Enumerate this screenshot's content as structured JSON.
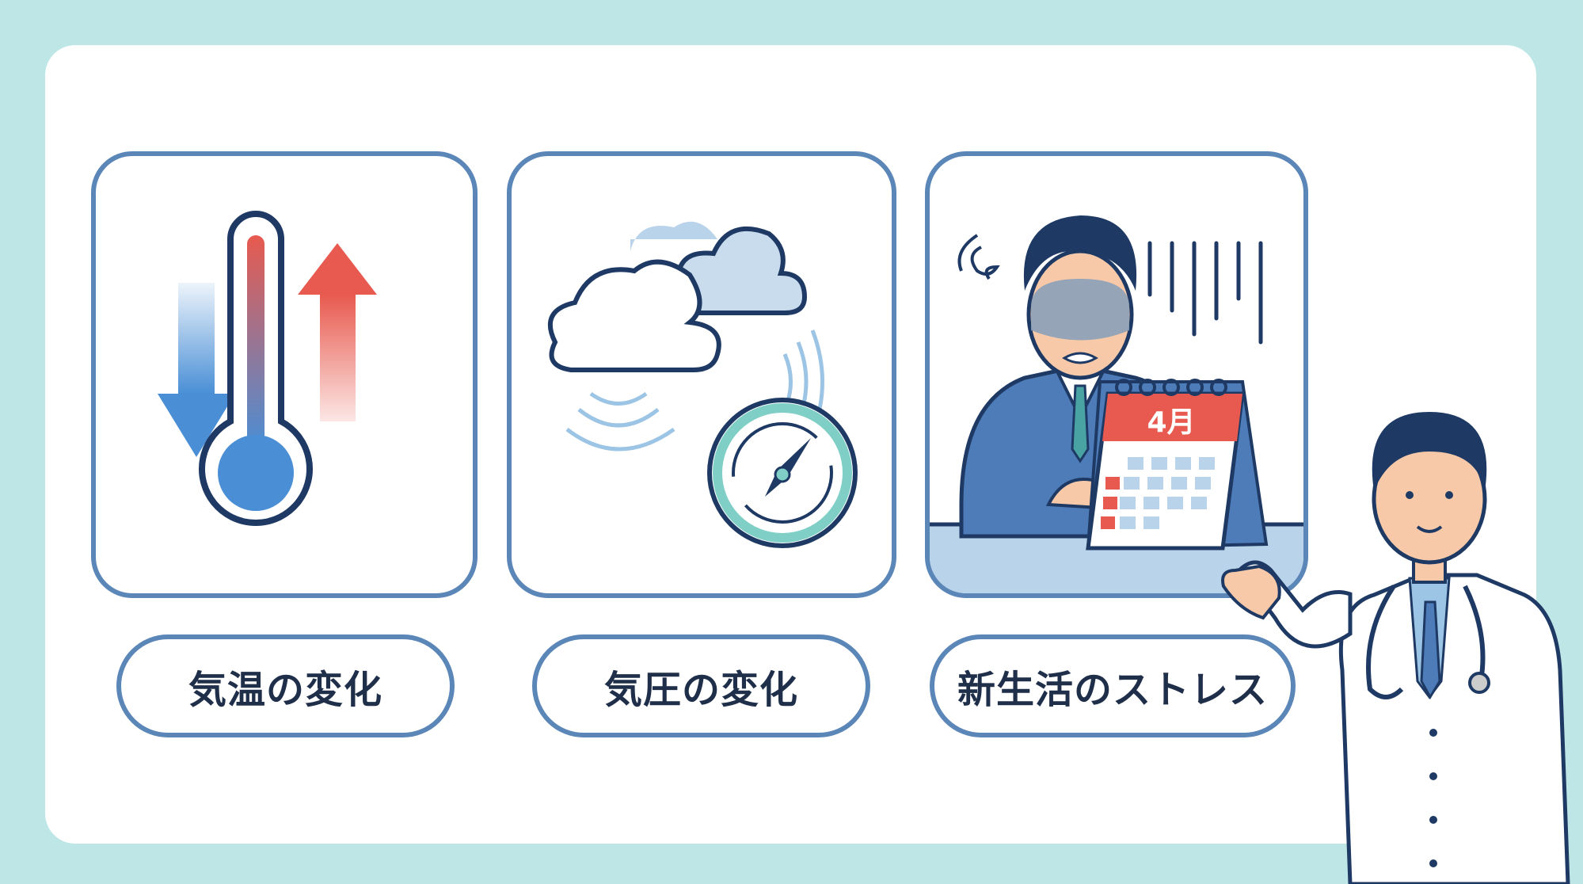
{
  "panels": [
    {
      "label": "気温の変化",
      "icon": "thermometer-icon"
    },
    {
      "label": "気圧の変化",
      "icon": "barometer-icon"
    },
    {
      "label": "新生活のストレス",
      "icon": "stressed-worker-icon",
      "calendar_month": "4月"
    }
  ],
  "colors": {
    "background": "#bfe6e6",
    "border": "#5b86b8",
    "hot": "#e85a4f",
    "cold": "#4a8fd6"
  }
}
